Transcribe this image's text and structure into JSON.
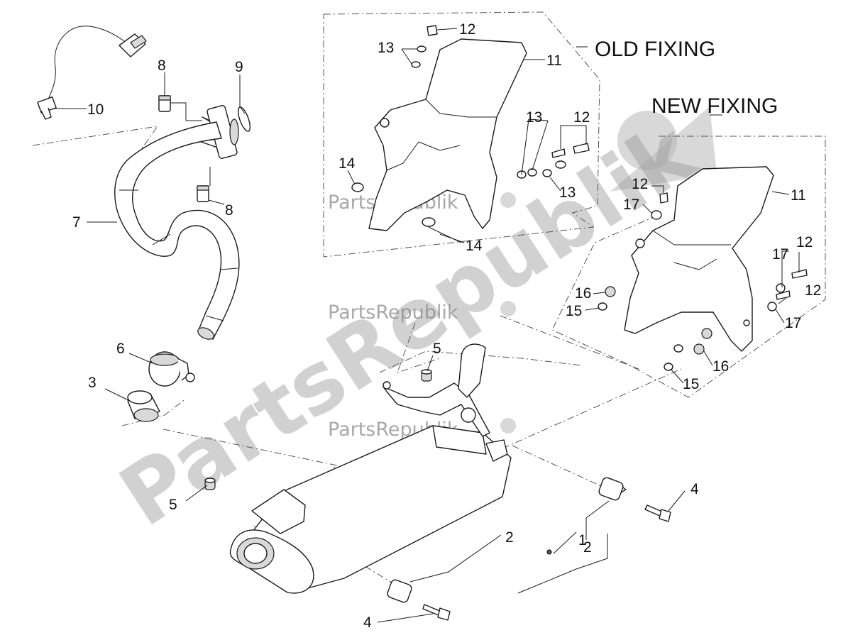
{
  "headings": {
    "old_fixing": "OLD FIXING",
    "new_fixing": "NEW FIXING"
  },
  "watermark": {
    "large": "PartsRepublik",
    "small": "PartsRepublik"
  },
  "callouts": {
    "c10": "10",
    "c8a": "8",
    "c8b": "8",
    "c9": "9",
    "c7": "7",
    "c6": "6",
    "c3": "3",
    "c5a": "5",
    "c5b": "5",
    "c4a": "4",
    "c4b": "4",
    "c2a": "2",
    "c2b": "2",
    "c1": "1",
    "c12a": "12",
    "c13a": "13",
    "c11a": "11",
    "c14a": "14",
    "c14b": "14",
    "c13b": "13",
    "c12b": "12",
    "c13c": "13",
    "c12c": "12",
    "c17a": "17",
    "c11b": "11",
    "c17b": "17",
    "c12d": "12",
    "c12e": "12",
    "c17c": "17",
    "c16a": "16",
    "c15a": "15",
    "c16b": "16",
    "c15b": "15"
  },
  "colors": {
    "line": "#1a1a1a",
    "watermark": "#9a9a9a",
    "background": "#ffffff"
  },
  "icons": [
    "gear-icon"
  ]
}
